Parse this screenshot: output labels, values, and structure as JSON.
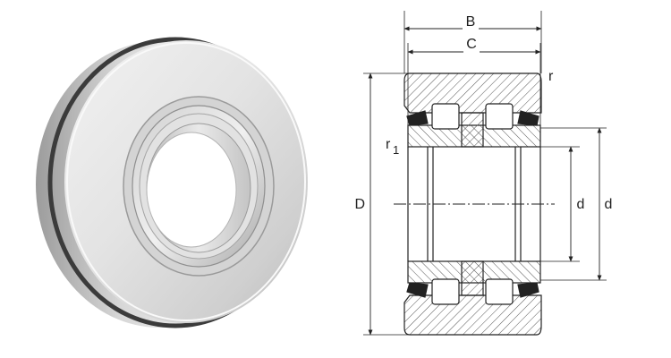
{
  "photo": {
    "subject": "track-roller-bearing",
    "colors": {
      "steel_light": "#e6e6e6",
      "steel_mid": "#bdbdbd",
      "steel_dark": "#8a8a8a",
      "groove": "#3b3b3b"
    }
  },
  "drawing": {
    "labels": {
      "width_B": "B",
      "width_C": "C",
      "outer_diameter": "D",
      "bore_1": "d",
      "bore_2": "d",
      "radius_r": "r",
      "radius_r1_main": "r",
      "radius_r1_sub": "1"
    },
    "colors": {
      "line": "#222222",
      "hatch": "#444444",
      "axis": "#333333"
    }
  }
}
